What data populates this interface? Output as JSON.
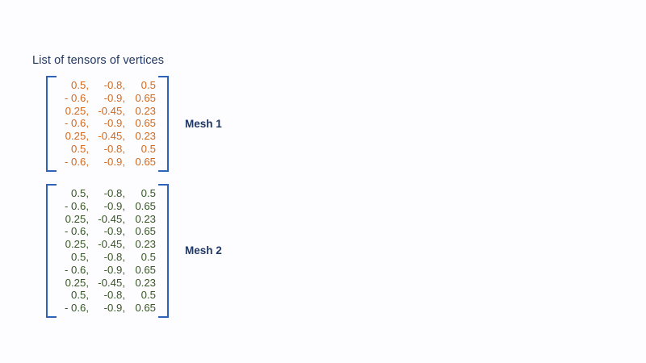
{
  "page": {
    "title": "List of tensors of vertices",
    "background_color": "#fdfcfe",
    "title_color": "#1f3864",
    "bracket_color": "#2e63b8"
  },
  "tensors": [
    {
      "id": "mesh-1",
      "label": "Mesh 1",
      "value_color": "#d2691e",
      "rows": [
        [
          "0.5,",
          "-0.8,",
          "0.5"
        ],
        [
          "- 0.6,",
          "-0.9,",
          "0.65"
        ],
        [
          "0.25,",
          "-0.45,",
          "0.23"
        ],
        [
          "- 0.6,",
          "-0.9,",
          "0.65"
        ],
        [
          "0.25,",
          "-0.45,",
          "0.23"
        ],
        [
          "0.5,",
          "-0.8,",
          "0.5"
        ],
        [
          "- 0.6,",
          "-0.9,",
          "0.65"
        ]
      ]
    },
    {
      "id": "mesh-2",
      "label": "Mesh 2",
      "value_color": "#375623",
      "rows": [
        [
          "0.5,",
          "-0.8,",
          "0.5"
        ],
        [
          "- 0.6,",
          "-0.9,",
          "0.65"
        ],
        [
          "0.25,",
          "-0.45,",
          "0.23"
        ],
        [
          "- 0.6,",
          "-0.9,",
          "0.65"
        ],
        [
          "0.25,",
          "-0.45,",
          "0.23"
        ],
        [
          "0.5,",
          "-0.8,",
          "0.5"
        ],
        [
          "- 0.6,",
          "-0.9,",
          "0.65"
        ],
        [
          "0.25,",
          "-0.45,",
          "0.23"
        ],
        [
          "0.5,",
          "-0.8,",
          "0.5"
        ],
        [
          "- 0.6,",
          "-0.9,",
          "0.65"
        ]
      ]
    }
  ]
}
